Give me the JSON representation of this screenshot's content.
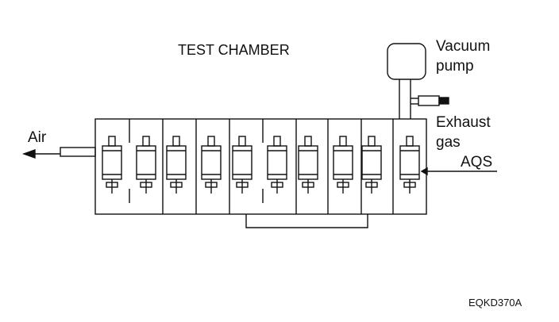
{
  "labels": {
    "title": "TEST CHAMBER",
    "vacuum_line1": "Vacuum",
    "vacuum_line2": "pump",
    "exhaust_line1": "Exhaust",
    "exhaust_line2": "gas",
    "aqs": "AQS",
    "air": "Air",
    "figure_code": "EQKD370A"
  },
  "sensor_count": 10,
  "colors": {
    "ink": "#111111",
    "background": "#ffffff"
  }
}
